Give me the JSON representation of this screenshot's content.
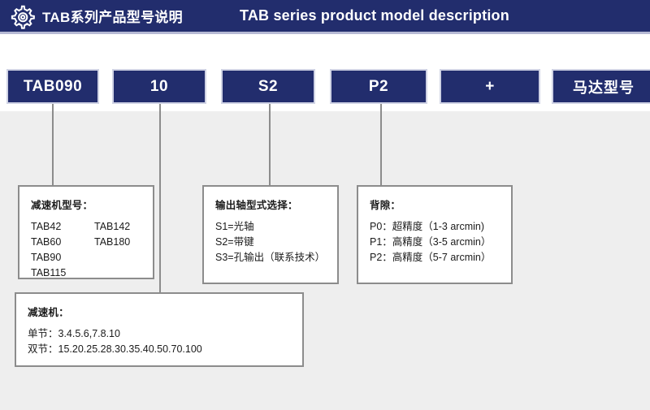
{
  "header": {
    "icon": "gear-icon",
    "title_cn": "TAB系列产品型号说明",
    "title_en": "TAB series product model description",
    "bg_color": "#222d6d",
    "text_color": "#ffffff"
  },
  "model_code": {
    "boxes": [
      {
        "label": "TAB090",
        "lang": "en"
      },
      {
        "label": "10",
        "lang": "en"
      },
      {
        "label": "S2",
        "lang": "en"
      },
      {
        "label": "P2",
        "lang": "en"
      },
      {
        "label": "+",
        "lang": "en"
      },
      {
        "label": "马达型号",
        "lang": "cn"
      }
    ]
  },
  "descriptions": {
    "gearbox_model": {
      "title": "减速机型号：",
      "rows": [
        {
          "col1": "TAB42",
          "col2": "TAB142"
        },
        {
          "col1": "TAB60",
          "col2": "TAB180"
        },
        {
          "col1": "TAB90",
          "col2": ""
        },
        {
          "col1": "TAB115",
          "col2": ""
        }
      ]
    },
    "output_shaft": {
      "title": "输出轴型式选择：",
      "lines": [
        "S1=光轴",
        "S2=带键",
        "S3=孔输出（联系技术）"
      ]
    },
    "backlash": {
      "title": "背隙：",
      "lines": [
        "P0：超精度（1-3 arcmin)",
        "P1：高精度（3-5 arcmin）",
        "P2：高精度（5-7 arcmin）"
      ]
    },
    "ratio": {
      "title": "减速机：",
      "lines": [
        "单节：3.4.5.6,7.8.10",
        "双节：15.20.25.28.30.35.40.50.70.100"
      ]
    }
  },
  "theme": {
    "navy": "#222d6d",
    "backdrop": "#eeeeee",
    "border_gray": "#8c8c8c",
    "box_outline": "#cfd2e4"
  }
}
